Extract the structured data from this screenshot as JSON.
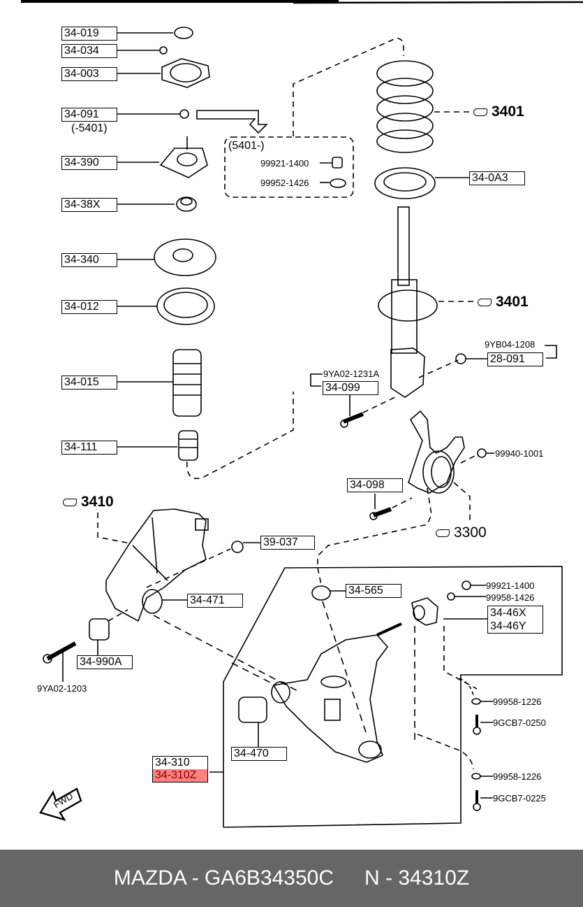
{
  "diagram": {
    "title": "Front Suspension Exploded Parts Diagram",
    "left_column_labels": [
      {
        "id": "34-019",
        "part": "cap"
      },
      {
        "id": "34-034",
        "part": "nut"
      },
      {
        "id": "34-003",
        "part": "gasket"
      },
      {
        "id": "34-091",
        "part": "nut",
        "note": "(-5401)"
      },
      {
        "id": "34-390",
        "part": "strut-mount"
      },
      {
        "id": "34-38X",
        "part": "bushing"
      },
      {
        "id": "34-340",
        "part": "spring-seat"
      },
      {
        "id": "34-012",
        "part": "bearing"
      },
      {
        "id": "34-015",
        "part": "dust-boot"
      },
      {
        "id": "34-111",
        "part": "bump-stop"
      }
    ],
    "dashed_group": {
      "title": "(5401-)",
      "items": [
        "99921-1400",
        "99952-1426"
      ]
    },
    "right_labels": {
      "spring_ref": "3401",
      "lower_seat": "34-0A3",
      "strut_ref": "3401",
      "bolt_note": "9YB04-1208",
      "nut_label": "28-091",
      "strut_bolt_note": "9YA02-1231A",
      "strut_bolt_label": "34-099",
      "knuckle_nut": "99940-1001",
      "knuckle_bolt_label": "34-098",
      "knuckle_ref": "3300"
    },
    "crossmember": {
      "ref": "3410",
      "nut_label": "39-037",
      "bushing_label": "34-471",
      "bushing2_label": "34-990A",
      "bolt_note": "9YA02-1203"
    },
    "control_arm": {
      "balljoint_boot": "34-565",
      "nut1": "99921-1400",
      "washer1": "99958-1426",
      "bushing_x": "34-46X",
      "bushing_y": "34-46Y",
      "washer2": "99958-1226",
      "bolt1": "9GCB7-0250",
      "washer3": "99958-1226",
      "bolt2": "9GCB7-0225",
      "front_bushing": "34-470",
      "arm_label": "34-310",
      "arm_label_highlighted": "34-310Z"
    },
    "fwd_label": "FWD",
    "highlight_color": "#ff8080"
  },
  "footer": {
    "brand_part": "MAZDA - GA6B34350C",
    "oem_part": "N - 34310Z",
    "background": "#666666"
  }
}
